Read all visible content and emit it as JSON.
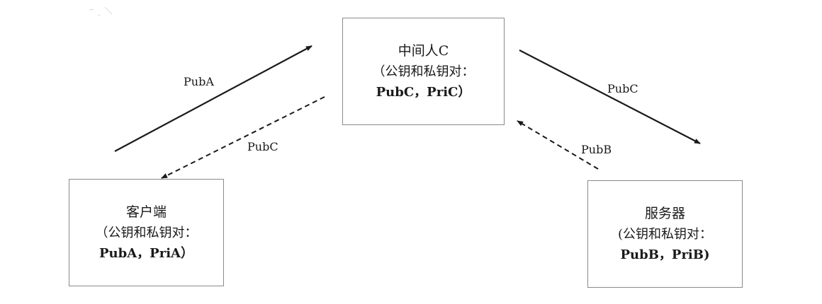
{
  "nodes": {
    "mitm": {
      "title": "中间人C",
      "desc": "（公钥和私钥对：",
      "keys": "PubC，PriC）"
    },
    "client": {
      "title": "客户端",
      "desc": "（公钥和私钥对：",
      "keys": "PubA，PriA）"
    },
    "server": {
      "title": "服务器",
      "desc": "(公钥和私钥对：",
      "keys": "PubB，PriB)"
    }
  },
  "edges": {
    "client_to_mitm": {
      "label": "PubA",
      "style": "solid"
    },
    "mitm_to_client": {
      "label": "PubC",
      "style": "dashed"
    },
    "mitm_to_server": {
      "label": "PubC",
      "style": "solid"
    },
    "server_to_mitm": {
      "label": "PubB",
      "style": "dashed"
    }
  },
  "colors": {
    "box_border": "#8a8a8a",
    "arrow": "#1a1a1a",
    "text": "#1a1a1a"
  }
}
